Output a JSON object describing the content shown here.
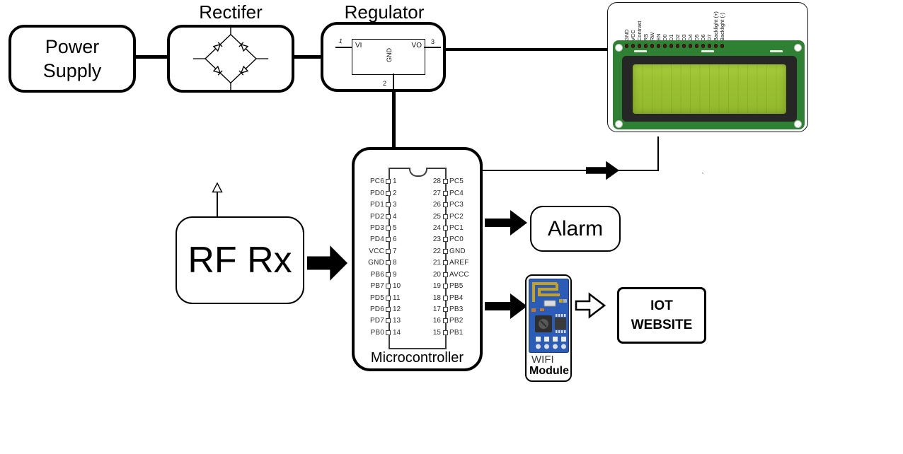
{
  "blocks": {
    "power_supply": {
      "label": "Power Supply"
    },
    "rectifier_title": "Rectifer",
    "regulator_title": "Regulator",
    "regulator": {
      "vi": "VI",
      "vo": "VO",
      "gnd": "GND",
      "pin1": "1",
      "pin2": "2",
      "pin3": "3"
    },
    "rf_rx": {
      "label": "RF Rx"
    },
    "alarm": {
      "label": "Alarm"
    },
    "mcu": {
      "label": "Microcontroller",
      "left_pins": [
        {
          "label": "PC6",
          "num": "1"
        },
        {
          "label": "PD0",
          "num": "2"
        },
        {
          "label": "PD1",
          "num": "3"
        },
        {
          "label": "PD2",
          "num": "4"
        },
        {
          "label": "PD3",
          "num": "5"
        },
        {
          "label": "PD4",
          "num": "6"
        },
        {
          "label": "VCC",
          "num": "7"
        },
        {
          "label": "GND",
          "num": "8"
        },
        {
          "label": "PB6",
          "num": "9"
        },
        {
          "label": "PB7",
          "num": "10"
        },
        {
          "label": "PD5",
          "num": "11"
        },
        {
          "label": "PD6",
          "num": "12"
        },
        {
          "label": "PD7",
          "num": "13"
        },
        {
          "label": "PB0",
          "num": "14"
        }
      ],
      "right_pins": [
        {
          "num": "28",
          "label": "PC5"
        },
        {
          "num": "27",
          "label": "PC4"
        },
        {
          "num": "26",
          "label": "PC3"
        },
        {
          "num": "25",
          "label": "PC2"
        },
        {
          "num": "24",
          "label": "PC1"
        },
        {
          "num": "23",
          "label": "PC0"
        },
        {
          "num": "22",
          "label": "GND"
        },
        {
          "num": "21",
          "label": "AREF"
        },
        {
          "num": "20",
          "label": "AVCC"
        },
        {
          "num": "19",
          "label": "PB5"
        },
        {
          "num": "18",
          "label": "PB4"
        },
        {
          "num": "17",
          "label": "PB3"
        },
        {
          "num": "16",
          "label": "PB2"
        },
        {
          "num": "15",
          "label": "PB1"
        }
      ]
    },
    "lcd": {
      "pin_labels": [
        "GND",
        "VCC",
        "Contrast",
        "RS",
        "RW",
        "EN",
        "D0",
        "D1",
        "D2",
        "D3",
        "D4",
        "D5",
        "D6",
        "D7",
        "Backlight (+)",
        "Backlight (-)"
      ]
    },
    "wifi": {
      "label_line1": "WIFI",
      "label_line2": "Module"
    },
    "iot": {
      "label_line1": "IOT",
      "label_line2": "WEBSITE"
    }
  },
  "colors": {
    "line": "#000000",
    "lcd_pcb_green": "#2e8132",
    "lcd_bezel": "#262626",
    "lcd_screen": "#9cc233",
    "wifi_pcb_blue": "#2b5cb8",
    "wifi_antenna_gold": "#c8a21f"
  }
}
